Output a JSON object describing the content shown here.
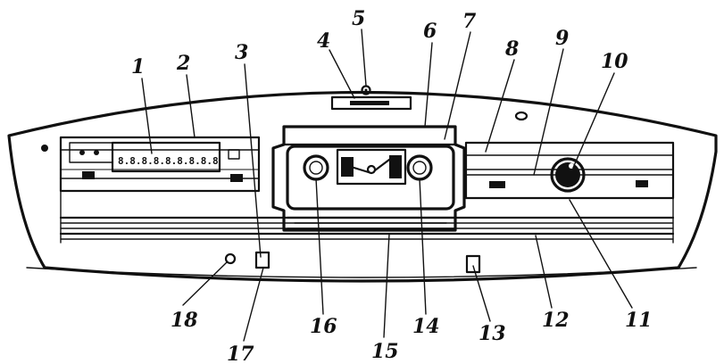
{
  "diagram": {
    "callouts": [
      "1",
      "2",
      "3",
      "4",
      "5",
      "6",
      "7",
      "8",
      "9",
      "10",
      "11",
      "12",
      "13",
      "14",
      "15",
      "16",
      "17",
      "18"
    ],
    "display_glyphs": "8.8.8.8.8.8.8.8.8"
  }
}
